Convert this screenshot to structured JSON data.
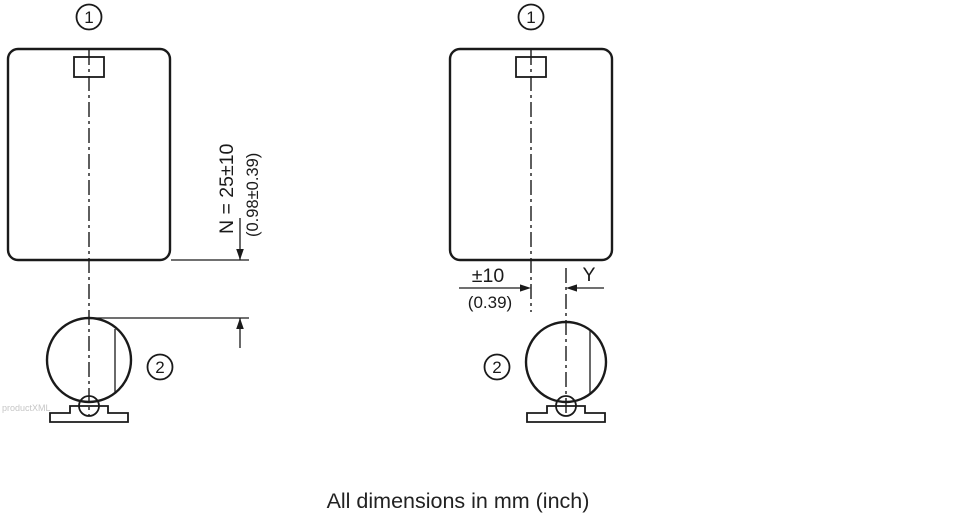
{
  "colors": {
    "line": "#1a1a1a",
    "background": "#ffffff"
  },
  "figure_left": {
    "callout1": "1",
    "callout2": "2",
    "dimension_mm": "N = 25±10",
    "dimension_inch": "(0.98±0.39)"
  },
  "figure_right": {
    "callout1": "1",
    "callout2": "2",
    "offset_mm": "±10",
    "offset_inch": "(0.39)",
    "offset_variable": "Y"
  },
  "footer_note": "All dimensions in mm (inch)",
  "watermark": "productXML"
}
